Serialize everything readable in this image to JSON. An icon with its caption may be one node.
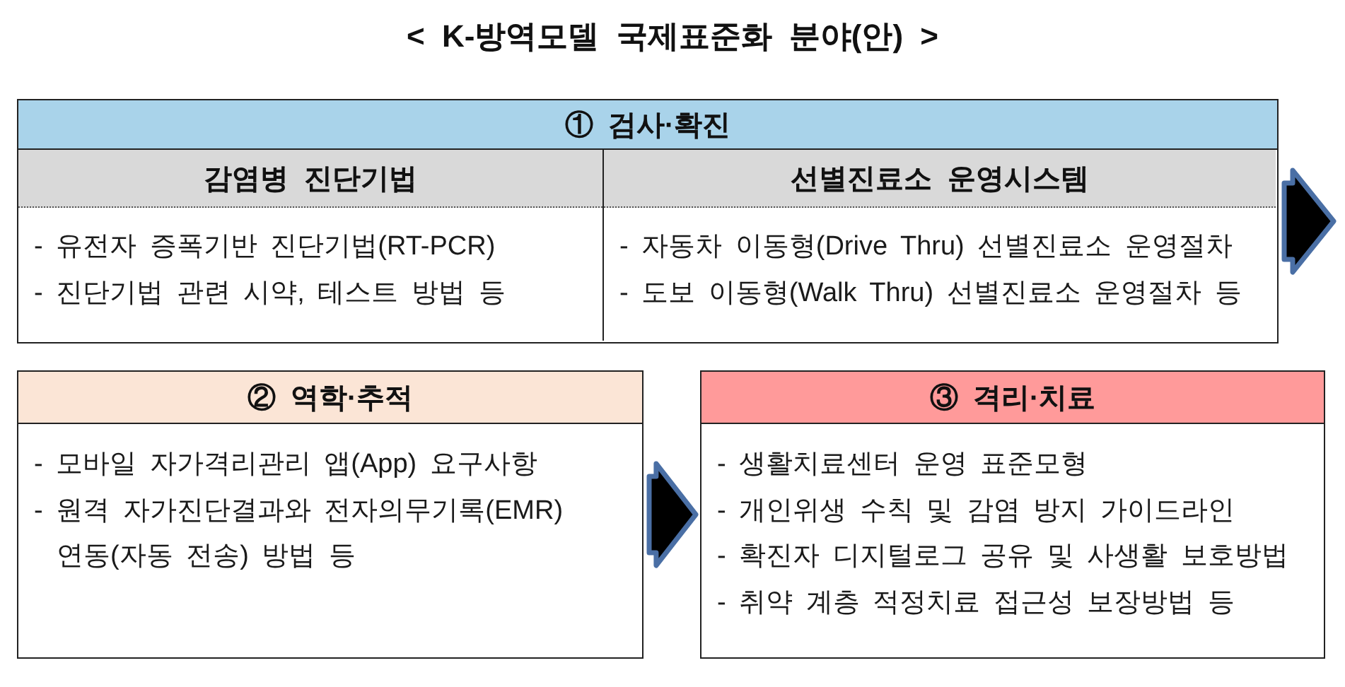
{
  "diagram": {
    "title": "< K-방역모델 국제표준화 분야(안) >",
    "nodes": [
      {
        "text": [
          "① 검사·확진"
        ]
      },
      {
        "text": [
          "감염병 진단기법",
          "- 유전자 증폭기반 진단기법(RT-PCR)",
          "- 진단기법 관련 시약, 테스트 방법 등"
        ],
        "in": 0
      },
      {
        "text": [
          "선별진료소 운영시스템",
          "- 자동차 이동형(Drive Thru) 선별진료소 운영절차",
          "- 도보 이동형(Walk Thru) 선별진료소 운영절차 등"
        ],
        "in": 0
      },
      {
        "text": [
          "② 역학·추적",
          "- 모바일 자가격리관리 앱(App) 요구사항",
          "- 원격 자가진단결과와 전자의무기록(EMR) 연동(자동 전송) 방법 등"
        ]
      },
      {
        "text": [
          "③ 격리·치료",
          "- 생활치료센터 운영 표준모형",
          "- 개인위생 수칙 및 감염 방지 가이드라인",
          "- 확진자 디지털로그 공유 및 사생활 보호방법",
          "- 취약 계층 적정치료 접근성 보장방법 등"
        ]
      }
    ],
    "edges": [
      {
        "from": 0,
        "to": null,
        "arrow": "to"
      },
      {
        "from": 3,
        "to": 4,
        "arrow": "to"
      }
    ]
  }
}
